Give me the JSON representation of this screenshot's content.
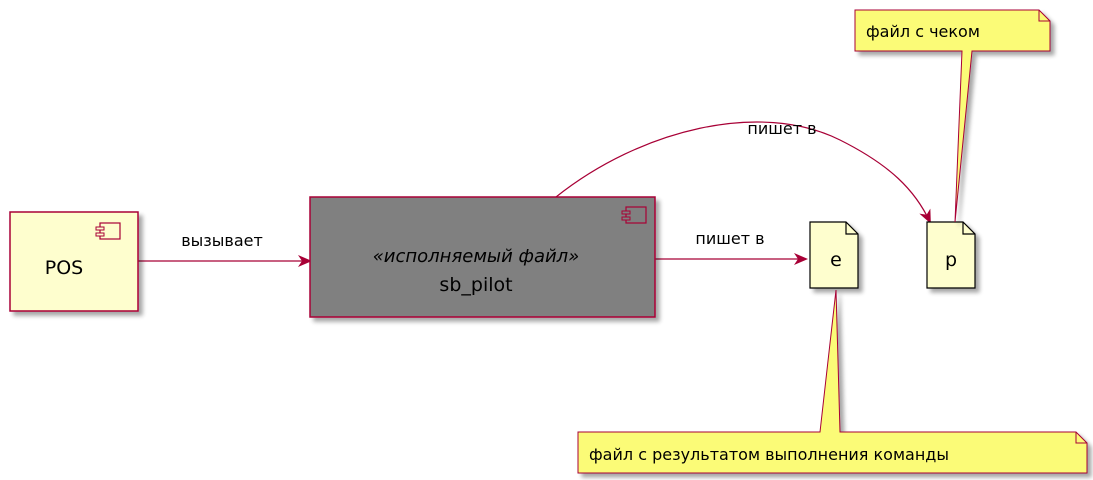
{
  "colors": {
    "component_fill": "#FEFECE",
    "component_border": "#A80036",
    "executable_fill": "#808080",
    "note_fill": "#FBFB77",
    "edge": "#A80036"
  },
  "nodes": {
    "pos": {
      "label": "POS"
    },
    "sb_pilot": {
      "stereotype": "«исполняемый файл»",
      "label": "sb_pilot"
    },
    "file_e": {
      "label": "e"
    },
    "file_p": {
      "label": "p"
    }
  },
  "edges": {
    "pos_to_pilot": "вызывает",
    "pilot_to_e": "пишет в",
    "pilot_to_p": "пишет в"
  },
  "notes": {
    "note_p": "файл с чеком",
    "note_e": "файл с результатом выполнения команды"
  }
}
